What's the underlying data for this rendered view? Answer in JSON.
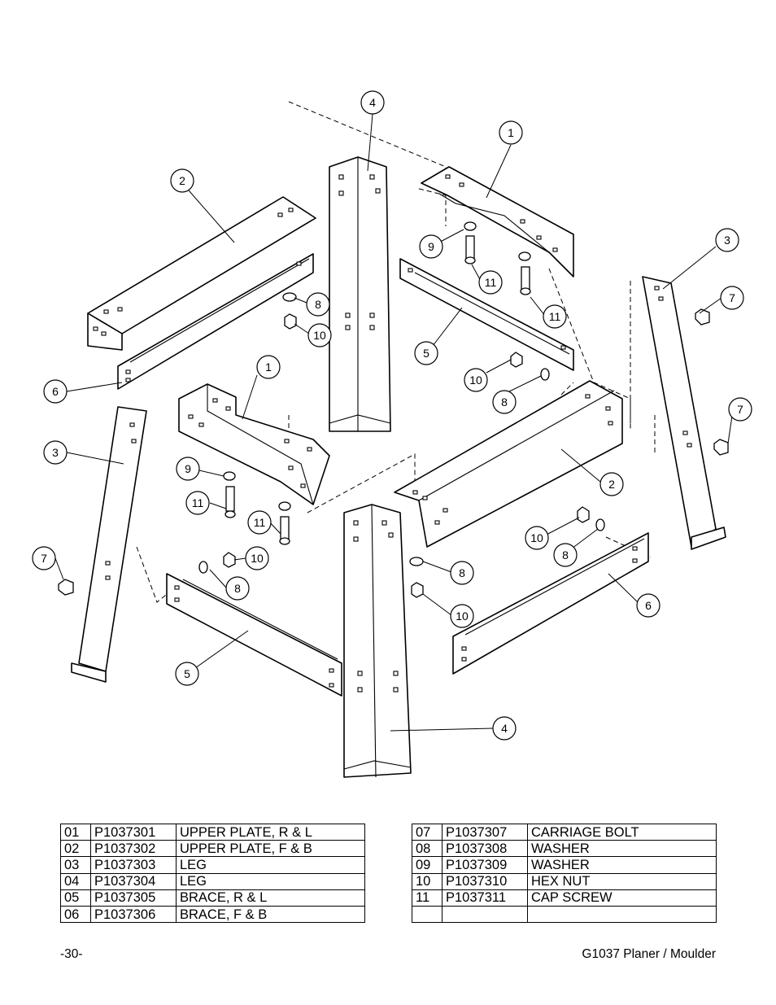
{
  "diagram": {
    "callouts": {
      "c1a": "1",
      "c1b": "1",
      "c2a": "2",
      "c2b": "2",
      "c3a": "3",
      "c3b": "3",
      "c4a": "4",
      "c4b": "4",
      "c5a": "5",
      "c5b": "5",
      "c6a": "6",
      "c6b": "6",
      "c7a": "7",
      "c7b": "7",
      "c7c": "7",
      "c8a": "8",
      "c8b": "8",
      "c8c": "8",
      "c8d": "8",
      "c8e": "8",
      "c9a": "9",
      "c9b": "9",
      "c10a": "10",
      "c10b": "10",
      "c10c": "10",
      "c10d": "10",
      "c10e": "10",
      "c11a": "11",
      "c11b": "11",
      "c11c": "11",
      "c11d": "11"
    }
  },
  "parts_table_left": [
    {
      "ref": "01",
      "part": "P1037301",
      "desc": "UPPER PLATE, R & L"
    },
    {
      "ref": "02",
      "part": "P1037302",
      "desc": "UPPER PLATE, F & B"
    },
    {
      "ref": "03",
      "part": "P1037303",
      "desc": "LEG"
    },
    {
      "ref": "04",
      "part": "P1037304",
      "desc": "LEG"
    },
    {
      "ref": "05",
      "part": "P1037305",
      "desc": "BRACE, R & L"
    },
    {
      "ref": "06",
      "part": "P1037306",
      "desc": "BRACE, F & B"
    }
  ],
  "parts_table_right": [
    {
      "ref": "07",
      "part": "P1037307",
      "desc": "CARRIAGE BOLT"
    },
    {
      "ref": "08",
      "part": "P1037308",
      "desc": "WASHER"
    },
    {
      "ref": "09",
      "part": "P1037309",
      "desc": "WASHER"
    },
    {
      "ref": "10",
      "part": "P1037310",
      "desc": "HEX NUT"
    },
    {
      "ref": "11",
      "part": "P1037311",
      "desc": "CAP SCREW"
    },
    {
      "ref": "",
      "part": "",
      "desc": ""
    }
  ],
  "footer": {
    "page_number": "-30-",
    "doc_title": "G1037 Planer / Moulder"
  }
}
